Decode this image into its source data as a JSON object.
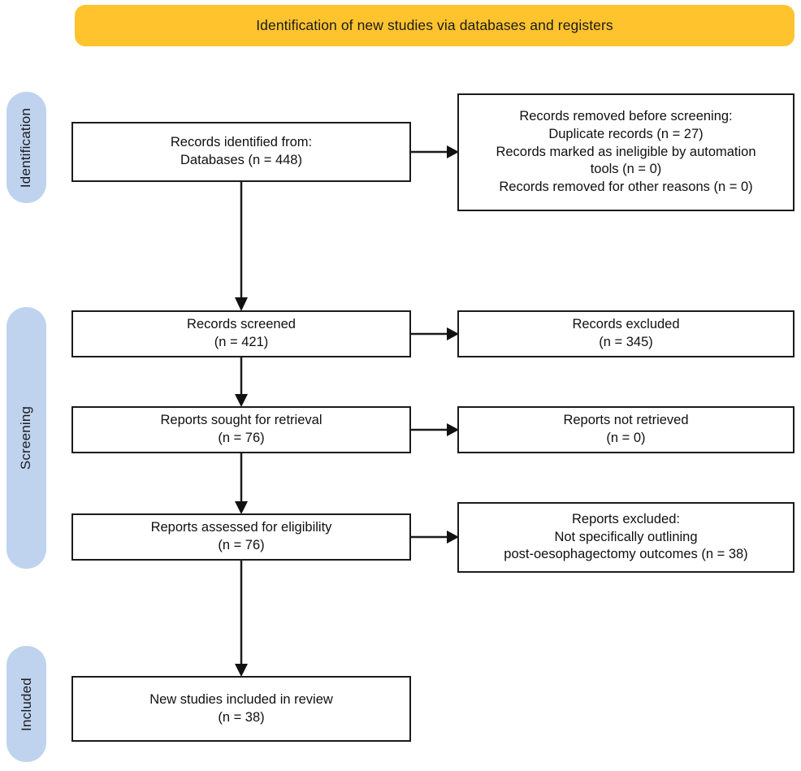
{
  "banner": {
    "title": "Identification of new studies via databases and registers",
    "color": "#FFC32E"
  },
  "stages": {
    "color": "#BFD3EF",
    "items": [
      {
        "id": "identification",
        "label": "Identification"
      },
      {
        "id": "screening",
        "label": "Screening"
      },
      {
        "id": "included",
        "label": "Included"
      }
    ]
  },
  "nodes": {
    "identified": {
      "id": "records-identified-from",
      "text": "Records identified from:\nDatabases (n = 448)",
      "count": 448
    },
    "removed": {
      "id": "records-removed-before-screening",
      "text": "Records removed before screening:\nDuplicate records (n = 27)\nRecords marked as ineligible by automation\ntools (n = 0)\nRecords removed for other reasons (n = 0)",
      "duplicate_records": 27,
      "ineligible_automation_tools": 0,
      "removed_other_reasons": 0
    },
    "screened": {
      "id": "records-screened",
      "text": "Records screened\n(n = 421)",
      "count": 421
    },
    "excluded": {
      "id": "records-excluded",
      "text": "Records excluded\n(n = 345)",
      "count": 345
    },
    "sought": {
      "id": "reports-sought-for-retrieval",
      "text": "Reports sought for retrieval\n(n = 76)",
      "count": 76
    },
    "notretrieved": {
      "id": "reports-not-retrieved",
      "text": "Reports not retrieved\n(n = 0)",
      "count": 0
    },
    "assessed": {
      "id": "reports-assessed-for-eligibility",
      "text": "Reports assessed for eligibility\n(n = 76)",
      "count": 76
    },
    "repexcluded": {
      "id": "reports-excluded",
      "text": "Reports excluded:\nNot specifically outlining\npost-oesophagectomy outcomes (n = 38)",
      "count": 38
    },
    "included": {
      "id": "new-studies-included-in-review",
      "text": "New studies included in review\n(n = 38)",
      "count": 38
    }
  },
  "chart_data": {
    "type": "diagram",
    "title": "Identification of new studies via databases and registers",
    "flow": [
      {
        "from": "records-identified-from",
        "to": "records-removed-before-screening",
        "direction": "right"
      },
      {
        "from": "records-identified-from",
        "to": "records-screened",
        "direction": "down"
      },
      {
        "from": "records-screened",
        "to": "records-excluded",
        "direction": "right"
      },
      {
        "from": "records-screened",
        "to": "reports-sought-for-retrieval",
        "direction": "down"
      },
      {
        "from": "reports-sought-for-retrieval",
        "to": "reports-not-retrieved",
        "direction": "right"
      },
      {
        "from": "reports-sought-for-retrieval",
        "to": "reports-assessed-for-eligibility",
        "direction": "down"
      },
      {
        "from": "reports-assessed-for-eligibility",
        "to": "reports-excluded",
        "direction": "right"
      },
      {
        "from": "reports-assessed-for-eligibility",
        "to": "new-studies-included-in-review",
        "direction": "down"
      }
    ]
  }
}
